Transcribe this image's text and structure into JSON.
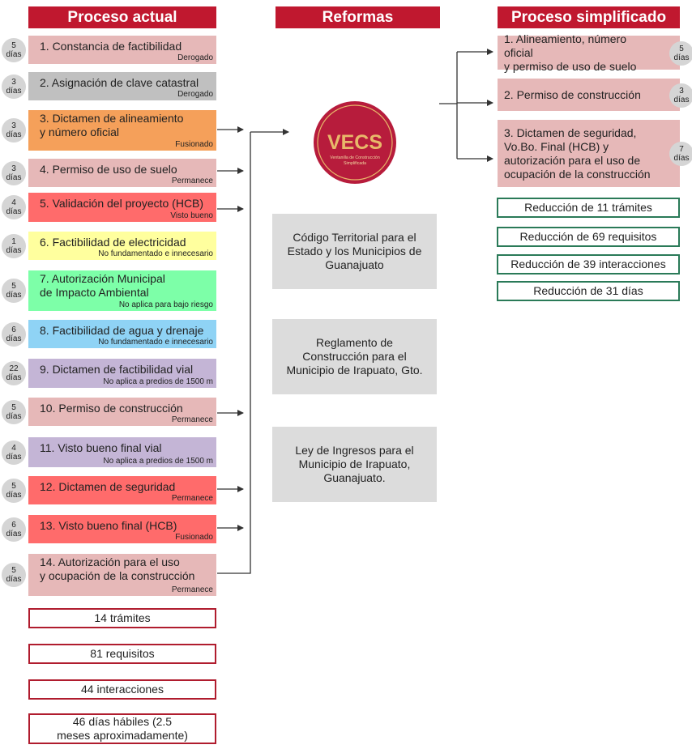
{
  "headers": {
    "current": "Proceso actual",
    "reforms": "Reformas",
    "simplified": "Proceso simplificado"
  },
  "current_steps": [
    {
      "title": "1. Constancia de factibilidad",
      "sub": "Derogado",
      "days": "5",
      "unit": "días",
      "color": "#e6b8b8"
    },
    {
      "title": "2. Asignación de clave catastral",
      "sub": "Derogado",
      "days": "3",
      "unit": "días",
      "color": "#c0c0c0"
    },
    {
      "title": "3. Dictamen de alineamiento\ny número oficial",
      "sub": "Fusionado",
      "days": "3",
      "unit": "días",
      "color": "#f5a05a"
    },
    {
      "title": "4. Permiso de uso de suelo",
      "sub": "Permanece",
      "days": "3",
      "unit": "días",
      "color": "#e6b8b8"
    },
    {
      "title": "5. Validación del proyecto (HCB)",
      "sub": "Visto bueno",
      "days": "4",
      "unit": "días",
      "color": "#ff6b6b"
    },
    {
      "title": "6. Factibilidad de electricidad",
      "sub": "No fundamentado e innecesario",
      "days": "1",
      "unit": "días",
      "color": "#ffff9e"
    },
    {
      "title": "7. Autorización Municipal\nde Impacto Ambiental",
      "sub": "No aplica para bajo riesgo",
      "days": "5",
      "unit": "días",
      "color": "#7dffa8"
    },
    {
      "title": "8. Factibilidad de agua y drenaje",
      "sub": "No fundamentado e innecesario",
      "days": "6",
      "unit": "días",
      "color": "#8fd3f5"
    },
    {
      "title": "9. Dictamen de factibilidad vial",
      "sub": "No aplica a predios de 1500 m",
      "days": "22",
      "unit": "días",
      "color": "#c4b5d6"
    },
    {
      "title": "10. Permiso de construcción",
      "sub": "Permanece",
      "days": "5",
      "unit": "días",
      "color": "#e6b8b8"
    },
    {
      "title": "11. Visto bueno final vial",
      "sub": "No aplica a predios de 1500 m",
      "days": "4",
      "unit": "días",
      "color": "#c4b5d6"
    },
    {
      "title": "12. Dictamen de seguridad",
      "sub": "Permanece",
      "days": "5",
      "unit": "días",
      "color": "#ff6b6b"
    },
    {
      "title": "13. Visto bueno final (HCB)",
      "sub": "Fusionado",
      "days": "6",
      "unit": "días",
      "color": "#ff6b6b"
    },
    {
      "title": "14. Autorización para el uso\ny ocupación de la construcción",
      "sub": "Permanece",
      "days": "5",
      "unit": "días",
      "color": "#e6b8b8"
    }
  ],
  "current_summary": [
    "14 trámites",
    "81 requisitos",
    "44 interacciones",
    "46 días hábiles (2.5\nmeses aproximadamente)"
  ],
  "logo": {
    "text": "VECS",
    "sub": "Ventanilla de Construcción\nSimplificada"
  },
  "reforms": [
    "Código Territorial para el Estado y los Municipios de Guanajuato",
    "Reglamento de Construcción para el Municipio de Irapuato, Gto.",
    "Ley de Ingresos para el Municipio de Irapuato, Guanajuato."
  ],
  "simplified_steps": [
    {
      "title": "1. Alineamiento, número oficial\ny permiso de uso de suelo",
      "days": "5",
      "unit": "días"
    },
    {
      "title": "2. Permiso de construcción",
      "days": "3",
      "unit": "días"
    },
    {
      "title": "3. Dictamen de seguridad,\nVo.Bo. Final (HCB) y\nautorización para el uso de\nocupación de la construcción",
      "days": "7",
      "unit": "días"
    }
  ],
  "simplified_summary": [
    "Reducción de 11 trámites",
    "Reducción de 69 requisitos",
    "Reducción de 39 interacciones",
    "Reducción de 31 días"
  ]
}
